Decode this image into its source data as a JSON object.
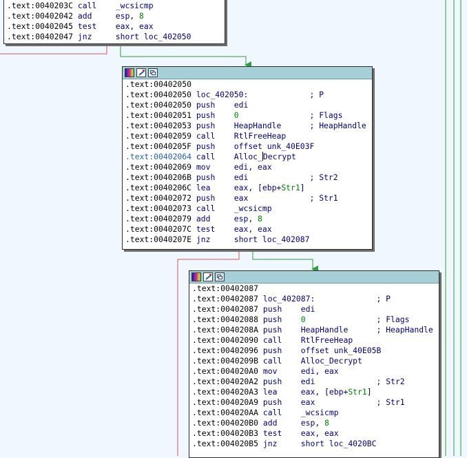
{
  "colors": {
    "background": "#f0f7ff",
    "titlebar": "#a6cfd8",
    "edge_taken": "#2e9e3a",
    "edge_not_taken": "#d9534f",
    "code_default": "#000080",
    "address": "#000000",
    "number": "#008000"
  },
  "block_toolbar_icons": [
    "color-palette-icon",
    "edit-comment-icon",
    "graph-overview-icon"
  ],
  "blocks": [
    {
      "id": "block-0040203C",
      "has_titlebar": false,
      "lines": [
        {
          "addr": ".text:0040203C",
          "mnem": "call",
          "ops": [
            {
              "t": "_wcsicmp"
            }
          ],
          "cmt": ""
        },
        {
          "addr": ".text:00402042",
          "mnem": "add",
          "ops": [
            {
              "t": "esp, "
            },
            {
              "t": "8",
              "k": "num"
            }
          ],
          "cmt": ""
        },
        {
          "addr": ".text:00402045",
          "mnem": "test",
          "ops": [
            {
              "t": "eax, eax"
            }
          ],
          "cmt": ""
        },
        {
          "addr": ".text:00402047",
          "mnem": "jnz",
          "ops": [
            {
              "t": "short loc_402050"
            }
          ],
          "cmt": ""
        }
      ]
    },
    {
      "id": "block-00402050",
      "has_titlebar": true,
      "lines": [
        {
          "addr": ".text:00402050",
          "mnem": "",
          "ops": [],
          "cmt": ""
        },
        {
          "addr": ".text:00402050",
          "label": "loc_402050:",
          "cmt": "; P"
        },
        {
          "addr": ".text:00402050",
          "mnem": "push",
          "ops": [
            {
              "t": "edi"
            }
          ],
          "cmt": ""
        },
        {
          "addr": ".text:00402051",
          "mnem": "push",
          "ops": [
            {
              "t": "0",
              "k": "num"
            }
          ],
          "cmt": "; Flags"
        },
        {
          "addr": ".text:00402053",
          "mnem": "push",
          "ops": [
            {
              "t": "HeapHandle"
            }
          ],
          "cmt": "; HeapHandle"
        },
        {
          "addr": ".text:00402059",
          "mnem": "call",
          "ops": [
            {
              "t": "RtlFreeHeap"
            }
          ],
          "cmt": ""
        },
        {
          "addr": ".text:0040205F",
          "mnem": "push",
          "ops": [
            {
              "t": "offset unk_40E03F"
            }
          ],
          "cmt": ""
        },
        {
          "addr": ".text:00402064",
          "addr_hl": true,
          "mnem": "call",
          "ops": [
            {
              "t": "Alloc_"
            },
            {
              "t": "",
              "k": "cursor"
            },
            {
              "t": "Decrypt"
            }
          ],
          "cmt": ""
        },
        {
          "addr": ".text:00402069",
          "mnem": "mov",
          "ops": [
            {
              "t": "edi, eax"
            }
          ],
          "cmt": ""
        },
        {
          "addr": ".text:0040206B",
          "mnem": "push",
          "ops": [
            {
              "t": "edi"
            }
          ],
          "cmt": "; Str2"
        },
        {
          "addr": ".text:0040206C",
          "mnem": "lea",
          "ops": [
            {
              "t": "eax, [ebp+"
            },
            {
              "t": "Str1",
              "k": "hl"
            },
            {
              "t": "]"
            }
          ],
          "cmt": ""
        },
        {
          "addr": ".text:00402072",
          "mnem": "push",
          "ops": [
            {
              "t": "eax"
            }
          ],
          "cmt": "; Str1"
        },
        {
          "addr": ".text:00402073",
          "mnem": "call",
          "ops": [
            {
              "t": "_wcsicmp"
            }
          ],
          "cmt": ""
        },
        {
          "addr": ".text:00402079",
          "mnem": "add",
          "ops": [
            {
              "t": "esp, "
            },
            {
              "t": "8",
              "k": "num"
            }
          ],
          "cmt": ""
        },
        {
          "addr": ".text:0040207C",
          "mnem": "test",
          "ops": [
            {
              "t": "eax, eax"
            }
          ],
          "cmt": ""
        },
        {
          "addr": ".text:0040207E",
          "mnem": "jnz",
          "ops": [
            {
              "t": "short loc_402087"
            }
          ],
          "cmt": ""
        }
      ]
    },
    {
      "id": "block-00402087",
      "has_titlebar": true,
      "lines": [
        {
          "addr": ".text:00402087",
          "mnem": "",
          "ops": [],
          "cmt": ""
        },
        {
          "addr": ".text:00402087",
          "label": "loc_402087:",
          "cmt": "; P"
        },
        {
          "addr": ".text:00402087",
          "mnem": "push",
          "ops": [
            {
              "t": "edi"
            }
          ],
          "cmt": ""
        },
        {
          "addr": ".text:00402088",
          "mnem": "push",
          "ops": [
            {
              "t": "0",
              "k": "num"
            }
          ],
          "cmt": "; Flags"
        },
        {
          "addr": ".text:0040208A",
          "mnem": "push",
          "ops": [
            {
              "t": "HeapHandle"
            }
          ],
          "cmt": "; HeapHandle"
        },
        {
          "addr": ".text:00402090",
          "mnem": "call",
          "ops": [
            {
              "t": "RtlFreeHeap"
            }
          ],
          "cmt": ""
        },
        {
          "addr": ".text:00402096",
          "mnem": "push",
          "ops": [
            {
              "t": "offset unk_40E05B"
            }
          ],
          "cmt": ""
        },
        {
          "addr": ".text:0040209B",
          "mnem": "call",
          "ops": [
            {
              "t": "Alloc_Decrypt"
            }
          ],
          "cmt": ""
        },
        {
          "addr": ".text:004020A0",
          "mnem": "mov",
          "ops": [
            {
              "t": "edi, eax"
            }
          ],
          "cmt": ""
        },
        {
          "addr": ".text:004020A2",
          "mnem": "push",
          "ops": [
            {
              "t": "edi"
            }
          ],
          "cmt": "; Str2"
        },
        {
          "addr": ".text:004020A3",
          "mnem": "lea",
          "ops": [
            {
              "t": "eax, [ebp+"
            },
            {
              "t": "Str1",
              "k": "hl"
            },
            {
              "t": "]"
            }
          ],
          "cmt": ""
        },
        {
          "addr": ".text:004020A9",
          "mnem": "push",
          "ops": [
            {
              "t": "eax"
            }
          ],
          "cmt": "; Str1"
        },
        {
          "addr": ".text:004020AA",
          "mnem": "call",
          "ops": [
            {
              "t": "_wcsicmp"
            }
          ],
          "cmt": ""
        },
        {
          "addr": ".text:004020B0",
          "mnem": "add",
          "ops": [
            {
              "t": "esp, "
            },
            {
              "t": "8",
              "k": "num"
            }
          ],
          "cmt": ""
        },
        {
          "addr": ".text:004020B3",
          "mnem": "test",
          "ops": [
            {
              "t": "eax, eax"
            }
          ],
          "cmt": ""
        },
        {
          "addr": ".text:004020B5",
          "mnem": "jnz",
          "ops": [
            {
              "t": "short loc_4020BC"
            }
          ],
          "cmt": ""
        }
      ]
    }
  ]
}
